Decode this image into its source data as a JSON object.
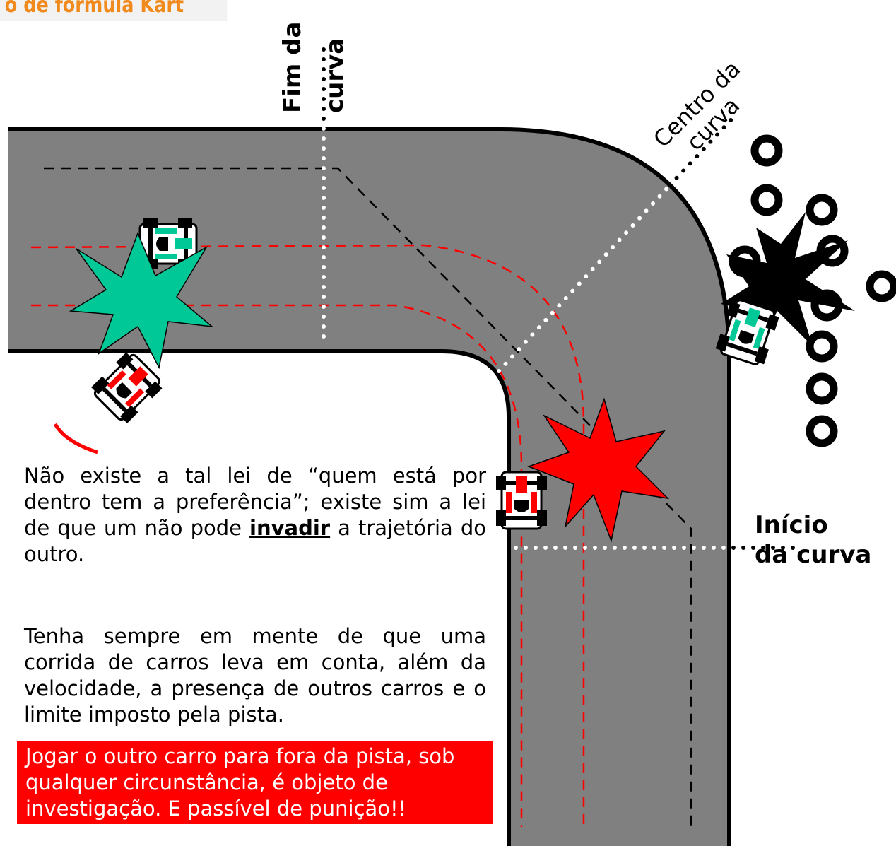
{
  "header": {
    "title": "o de formula Kart"
  },
  "labels": {
    "fim_line1": "Fim da",
    "fim_line2": "curva",
    "centro_line1": "Centro da",
    "centro_line2": "curva",
    "inicio_line1": "Início",
    "inicio_line2": "da curva"
  },
  "text": {
    "para1_before": "Não existe a tal lei de “quem está por dentro tem a preferência”; existe sim a lei de que um não pode ",
    "para1_emphasis": "invadir",
    "para1_after": " a trajetória do outro.",
    "para2": "Tenha sempre em mente de que uma corrida de carros leva em conta, além da velocidade, a presença de outros carros e o limite imposto pela pista.",
    "warning": "Jogar o outro carro para fora da pista, sob qualquer circunstância, é objeto de investigação. E passível de punição!!"
  },
  "colors": {
    "track": "#808080",
    "kart_green": "#00c896",
    "kart_red": "#ff0000",
    "crash_green": "#00c896",
    "crash_red": "#ff0000",
    "crash_black": "#000000",
    "header_text": "#f08a1c",
    "warning_bg": "#ff0000"
  }
}
